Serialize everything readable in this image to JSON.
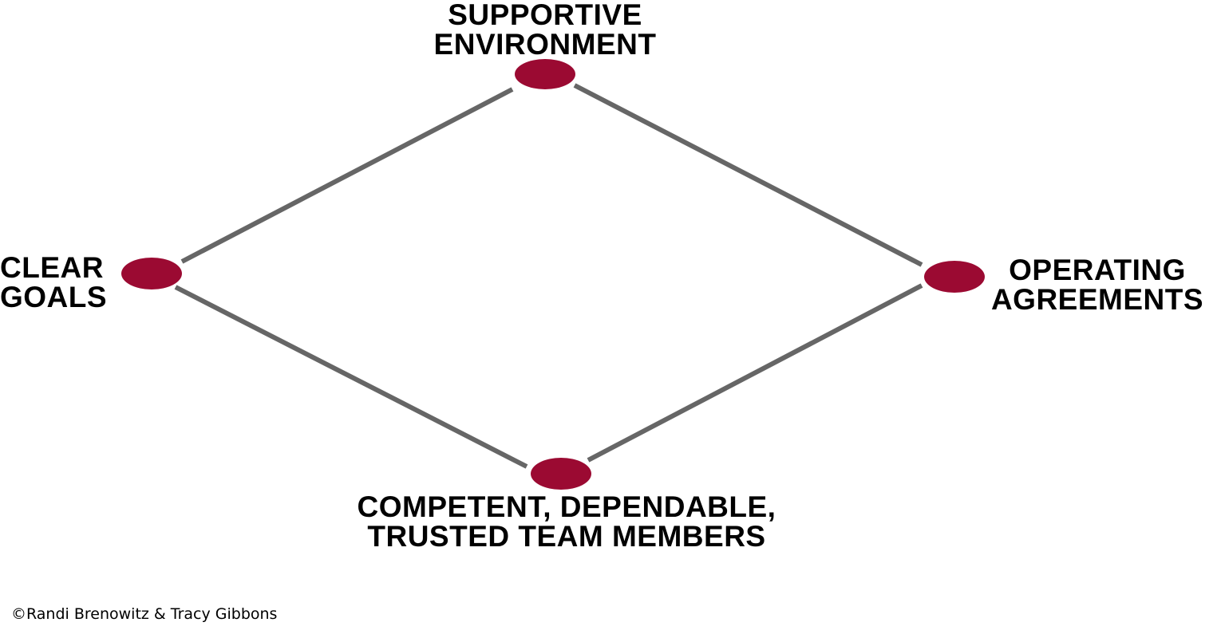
{
  "colors": {
    "node": "#9b0a32",
    "edge": "#666666"
  },
  "nodes": {
    "top": {
      "line1": "SUPPORTIVE",
      "line2": "ENVIRONMENT"
    },
    "left": {
      "line1": "CLEAR",
      "line2": "GOALS"
    },
    "right": {
      "line1": "OPERATING",
      "line2": "AGREEMENTS"
    },
    "bottom": {
      "line1": "COMPETENT, DEPENDABLE,",
      "line2": "TRUSTED TEAM MEMBERS"
    }
  },
  "copyright": "©Randi Brenowitz & Tracy Gibbons"
}
